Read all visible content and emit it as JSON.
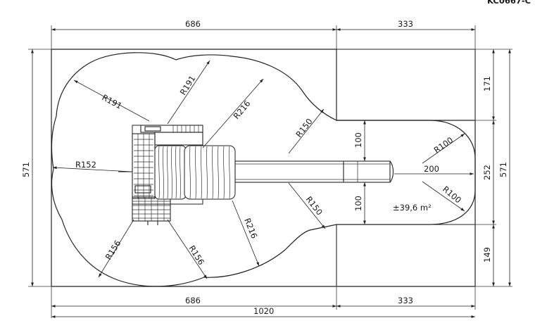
{
  "header": {
    "code": "KC0667-C"
  },
  "dimensions": {
    "top_left": "686",
    "top_right": "333",
    "bottom_left": "686",
    "bottom_right": "333",
    "bottom_total": "1020",
    "left_height": "571",
    "right_height": "571",
    "right_upper": "171",
    "right_mid": "252",
    "right_lower": "149",
    "inner_upper": "100",
    "inner_lower": "100",
    "inner_width": "200"
  },
  "radii": {
    "r191_a": "R191",
    "r191_b": "R191",
    "r216_a": "R216",
    "r216_b": "R216",
    "r150_a": "R150",
    "r150_b": "R150",
    "r152": "R152",
    "r156_a": "R156",
    "r156_b": "R156",
    "r100_a": "R100",
    "r100_b": "R100"
  },
  "area": {
    "label": "±39,6 m²"
  }
}
